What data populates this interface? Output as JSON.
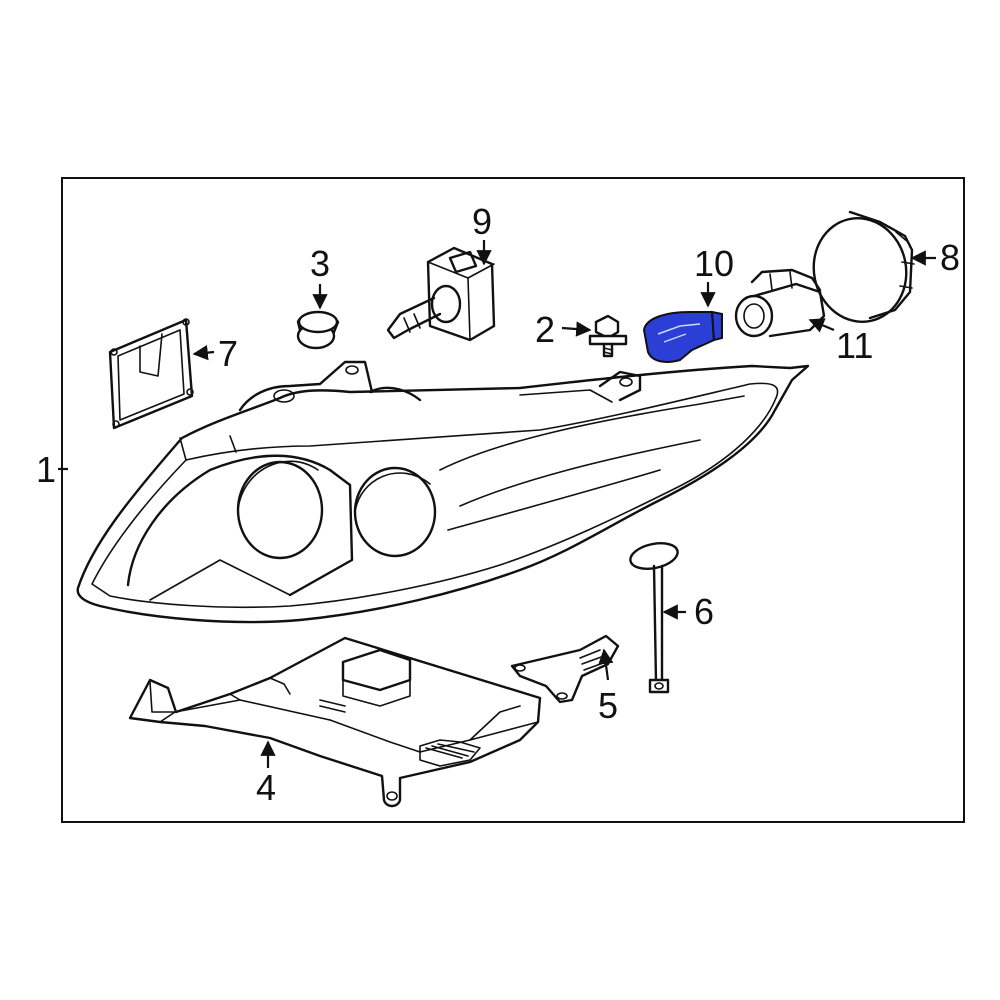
{
  "colors": {
    "line": "#111111",
    "background": "#ffffff",
    "highlight": "#2b3fd6"
  },
  "callouts": [
    {
      "id": "c1",
      "label": "1"
    },
    {
      "id": "c2",
      "label": "2"
    },
    {
      "id": "c3",
      "label": "3"
    },
    {
      "id": "c4",
      "label": "4"
    },
    {
      "id": "c5",
      "label": "5"
    },
    {
      "id": "c6",
      "label": "6"
    },
    {
      "id": "c7",
      "label": "7"
    },
    {
      "id": "c8",
      "label": "8"
    },
    {
      "id": "c9",
      "label": "9"
    },
    {
      "id": "c10",
      "label": "10"
    },
    {
      "id": "c11",
      "label": "11"
    }
  ],
  "highlighted_part": "10"
}
